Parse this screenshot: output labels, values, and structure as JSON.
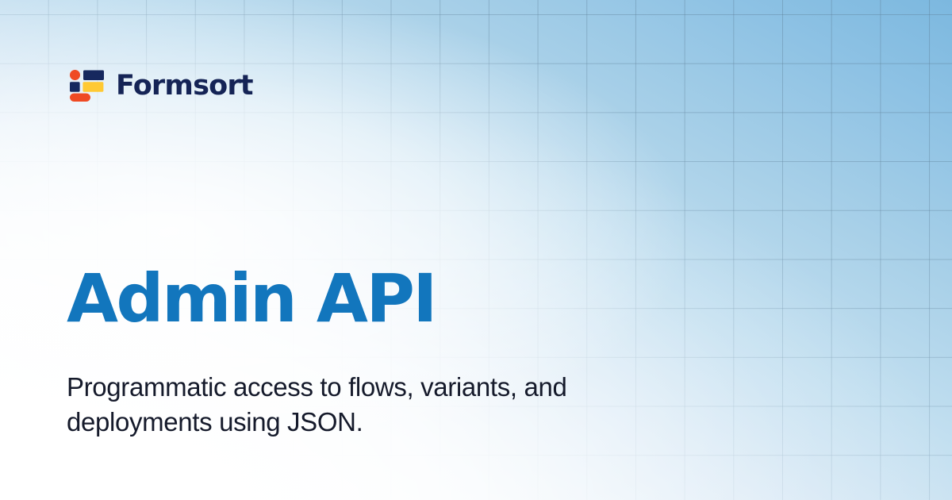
{
  "brand": {
    "name": "Formsort",
    "logo_icon": "formsort-blocks-logo",
    "colors": {
      "wordmark_navy": "#152456",
      "block_navy": "#16285e",
      "block_orange": "#ef4a23",
      "block_yellow": "#ffc933"
    }
  },
  "hero": {
    "title": "Admin API",
    "title_color": "#1276bd",
    "subtitle": "Programmatic access to flows, variants, and deployments using JSON.",
    "subtitle_color": "#151a2b"
  },
  "background": {
    "gradient_from": "#ffffff",
    "gradient_to": "#7cb8df",
    "grid_line_color": "#5d7e96",
    "grid_cell_size": "61.7px"
  }
}
